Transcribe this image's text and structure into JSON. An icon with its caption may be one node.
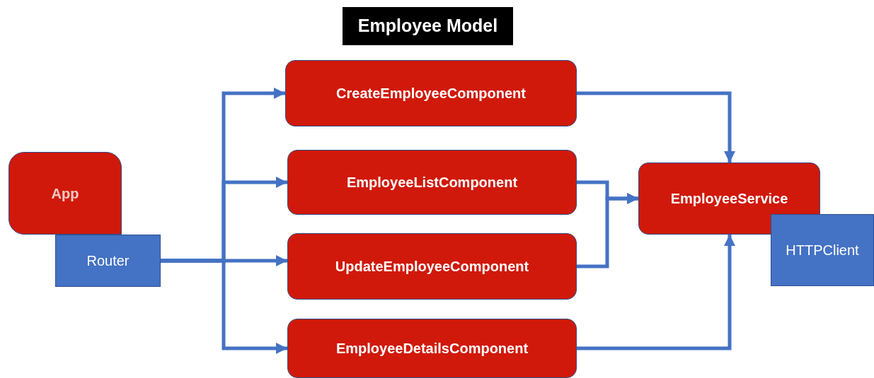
{
  "diagram": {
    "title": "Employee Model",
    "nodes": [
      {
        "text": [
          "App"
        ]
      },
      {
        "text": [
          "Router"
        ]
      },
      {
        "text": [
          "CreateEmployeeComponent"
        ]
      },
      {
        "text": [
          "EmployeeListComponent"
        ]
      },
      {
        "text": [
          "UpdateEmployeeComponent"
        ]
      },
      {
        "text": [
          "EmployeeDetailsComponent"
        ]
      },
      {
        "text": [
          "EmployeeService"
        ]
      },
      {
        "text": [
          "HTTPClient"
        ]
      }
    ],
    "edges": [
      {
        "from": 1,
        "to": 2,
        "arrow": "to"
      },
      {
        "from": 1,
        "to": 3,
        "arrow": "to"
      },
      {
        "from": 1,
        "to": 4,
        "arrow": "to"
      },
      {
        "from": 1,
        "to": 5,
        "arrow": "to"
      },
      {
        "from": 2,
        "to": 6,
        "arrow": "to"
      },
      {
        "from": 3,
        "to": 6,
        "arrow": "to"
      },
      {
        "from": 4,
        "to": 6,
        "arrow": "to"
      },
      {
        "from": 5,
        "to": 6,
        "arrow": "to"
      }
    ]
  }
}
